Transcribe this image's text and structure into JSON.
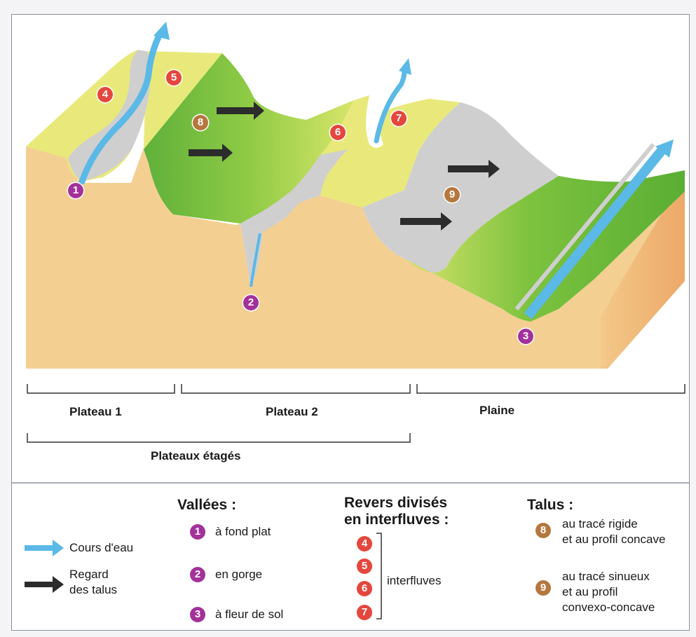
{
  "colors": {
    "valley_badge": "#a3319a",
    "interfluve_badge": "#e5463d",
    "talus_badge": "#b5773e",
    "water": "#5ab9e6",
    "arrow": "#2c2c2c",
    "plateau_top": "#e8e97a",
    "soil": "#f3cf92",
    "green": "#6dbb3a",
    "rock": "#cfcfcf"
  },
  "badges": {
    "v1": "1",
    "v2": "2",
    "v3": "3",
    "r4": "4",
    "r5": "5",
    "r6": "6",
    "r7": "7",
    "t8": "8",
    "t9": "9"
  },
  "labels": {
    "plateau1": "Plateau 1",
    "plateau2": "Plateau 2",
    "plaine": "Plaine",
    "plateaux_etages": "Plateaux étagés"
  },
  "legend": {
    "cours_eau": "Cours d'eau",
    "regard_1": "Regard",
    "regard_2": "des talus",
    "vallees_title": "Vallées :",
    "vallees": [
      "à fond plat",
      "en gorge",
      "à fleur de sol"
    ],
    "revers_title_1": "Revers divisés",
    "revers_title_2": "en interfluves :",
    "interfluves": "interfluves",
    "talus_title": "Talus :",
    "talus8_1": "au tracé rigide",
    "talus8_2": "et au profil concave",
    "talus9_1": "au tracé sinueux",
    "talus9_2": "et au profil",
    "talus9_3": "convexo-concave"
  }
}
